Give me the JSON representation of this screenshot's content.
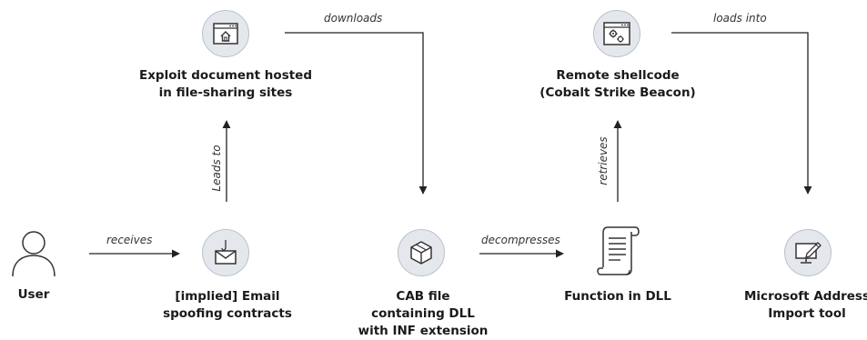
{
  "nodes": {
    "user": {
      "label": "User"
    },
    "exploit_doc": {
      "label_line1": "Exploit document hosted",
      "label_line2": "in file-sharing sites"
    },
    "email": {
      "label_line1": "[implied]  Email",
      "label_line2": "spoofing contracts"
    },
    "cab": {
      "label_line1": "CAB file",
      "label_line2": "containing DLL",
      "label_line3": "with INF extension"
    },
    "shellcode": {
      "label_line1": "Remote shellcode",
      "label_line2": "(Cobalt Strike Beacon)"
    },
    "function_dll": {
      "label": "Function in DLL"
    },
    "address_tool": {
      "label_line1": "Microsoft Address",
      "label_line2": "Import tool"
    }
  },
  "edges": {
    "receives": "receives",
    "leads_to": "Leads to",
    "downloads": "downloads",
    "decompresses": "decompresses",
    "retrieves": "retrieves",
    "loads_into": "loads into"
  },
  "colors": {
    "icon_fill": "#e4e8ec",
    "icon_stroke": "#b9c2ca",
    "line": "#222222"
  },
  "icons": [
    "user-icon",
    "browser-home-icon",
    "email-hook-icon",
    "package-box-icon",
    "gears-window-icon",
    "scroll-document-icon",
    "monitor-pen-icon"
  ]
}
